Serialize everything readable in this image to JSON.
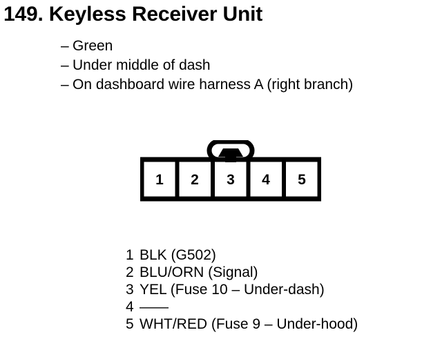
{
  "page": {
    "background_color": "#ffffff",
    "ink_color": "#000000"
  },
  "header": {
    "item_number": "149.",
    "title": "Keyless Receiver Unit",
    "full_title": "149.  Keyless Receiver Unit"
  },
  "descriptors": [
    {
      "dash": "–",
      "text": "Green"
    },
    {
      "dash": "–",
      "text": "Under middle of dash"
    },
    {
      "dash": "–",
      "text": "On dashboard wire harness A (right branch)"
    }
  ],
  "connector": {
    "name": "connector-face-view",
    "cavity_count": 5,
    "locking_tab": "top-center",
    "pins": [
      {
        "number": "1"
      },
      {
        "number": "2"
      },
      {
        "number": "3"
      },
      {
        "number": "4"
      },
      {
        "number": "5"
      }
    ]
  },
  "legend": {
    "rows": [
      {
        "pin": "1",
        "description": "BLK (G502)"
      },
      {
        "pin": "2",
        "description": "BLU/ORN (Signal)"
      },
      {
        "pin": "3",
        "description": "YEL (Fuse 10 – Under-dash)"
      },
      {
        "pin": "4",
        "description": "——"
      },
      {
        "pin": "5",
        "description": "WHT/RED (Fuse 9 – Under-hood)"
      }
    ]
  }
}
